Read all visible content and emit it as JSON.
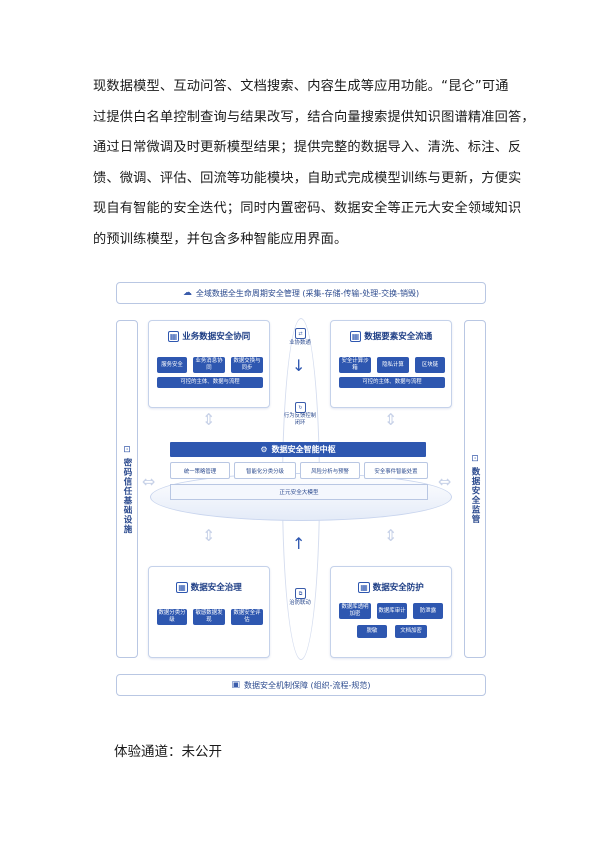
{
  "paragraph": [
    "现数据模型、互动问答、文档搜索、内容生成等应用功能。“昆仑”可通",
    "过提供白名单控制查询与结果改写，结合向量搜索提供知识图谱精准回答，",
    "通过日常微调及时更新模型结果；提供完整的数据导入、清洗、标注、反",
    "馈、微调、评估、回流等功能模块，自助式完成模型训练与更新，方便实",
    "现自有智能的安全迭代；同时内置密码、数据安全等正元大安全领域知识",
    "的预训练模型，并包含多种智能应用界面。"
  ],
  "diagram": {
    "top_bar": "全域数据全生命周期安全管理 (采集-存储-传输-处理-交换-销毁)",
    "bottom_bar": "数据安全机制保障 (组织-流程-规范)",
    "left_side": "密码信任基础设施",
    "right_side": "数据安全监管",
    "panels": {
      "business": {
        "title": "业务数据安全协同",
        "chips": [
          "服务安全",
          "业务消息协同",
          "数据交换与同步"
        ],
        "footer": "可控的主体、数据与流程"
      },
      "elements": {
        "title": "数据要素安全流通",
        "chips": [
          "安全计算沙箱",
          "隐私计算",
          "区块链"
        ],
        "footer": "可控的主体、数据与流程"
      },
      "governance": {
        "title": "数据安全治理",
        "chips": [
          "数据分类分级",
          "敏感数据发现",
          "数据安全评估"
        ]
      },
      "protection": {
        "title": "数据安全防护",
        "chips": [
          "数据库透明加密",
          "数据库审计",
          "防泄露",
          "脱敏",
          "文档加密"
        ]
      }
    },
    "hub": {
      "title": "数据安全智能中枢",
      "chips": [
        "统一策略管理",
        "智能化分类分级",
        "风险分析与预警",
        "安全事件智能处置"
      ],
      "base": "正元安全大模型"
    },
    "flow_labels": {
      "top": "业协数通",
      "middle": "行为反馈控制闭环",
      "bottom": "治防联动"
    }
  },
  "footer": "体验通道：未公开"
}
